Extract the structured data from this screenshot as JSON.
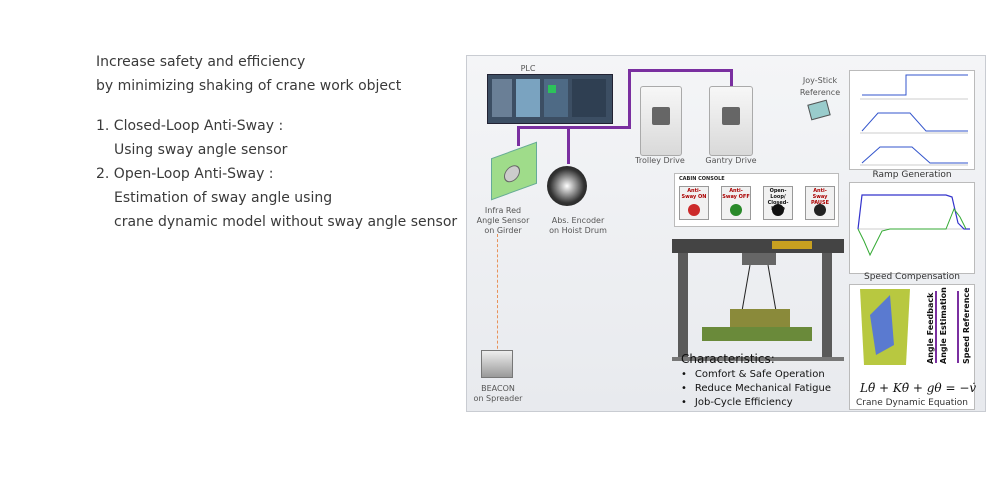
{
  "intro": {
    "line1": "Increase safety and efficiency",
    "line2": "by minimizing shaking of crane work object",
    "item1_title": "1. Closed-Loop Anti-Sway :",
    "item1_desc": "Using sway angle sensor",
    "item2_title": "2. Open-Loop Anti-Sway :",
    "item2_desc1": "Estimation of sway angle using",
    "item2_desc2": "crane dynamic model without sway angle sensor"
  },
  "diagram": {
    "plc": "PLC",
    "trolley_drive": "Trolley Drive",
    "gantry_drive": "Gantry Drive",
    "joystick1": "Joy-Stick",
    "joystick2": "Reference",
    "sensor1": "Infra Red",
    "sensor2": "Angle Sensor",
    "sensor3": "on Girder",
    "encoder1": "Abs. Encoder",
    "encoder2": "on Hoist Drum",
    "beacon1": "BEACON",
    "beacon2": "on Spreader",
    "cabin_console": "CABIN CONSOLE",
    "cabin_buttons": [
      "Anti-Sway ON",
      "Anti-Sway OFF",
      "Open-Loop/ Closed-Loop",
      "Anti-Sway PAUSE"
    ],
    "ramp_generation": "Ramp Generation",
    "speed_compensation": "Speed Compensation",
    "angle_feedback": "Angle Feedback",
    "angle_estimation": "Angle Estimation",
    "speed_reference": "Speed Reference",
    "crane_dynamic_equation": "Crane Dynamic Equation",
    "equation": "Lθ̈ + Kθ̇ + gθ = −v̇",
    "characteristics_title": "Characteristics:",
    "characteristics": [
      "Comfort & Safe Operation",
      "Reduce Mechanical Fatigue",
      "Job-Cycle Efficiency"
    ]
  }
}
